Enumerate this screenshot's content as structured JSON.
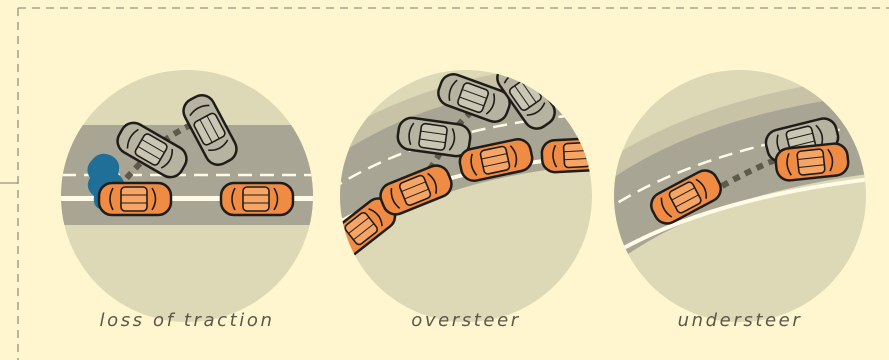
{
  "panels": [
    {
      "id": "loss-of-traction",
      "caption": "loss of traction"
    },
    {
      "id": "oversteer",
      "caption": "oversteer"
    },
    {
      "id": "understeer",
      "caption": "understeer"
    }
  ],
  "colors": {
    "background": "#fff6cf",
    "circle": "#ddd9b6",
    "road": "#a9a595",
    "road_edge": "#c8c3a7",
    "lane_line": "#fffbe6",
    "car_orange": "#f08b43",
    "car_gray": "#b6b4a0",
    "outline": "#1f1d19",
    "trail": "#5f5b4c",
    "water": "#1f6f99",
    "caption_text": "#5b574b",
    "frame_dash": "#a9a48e"
  }
}
